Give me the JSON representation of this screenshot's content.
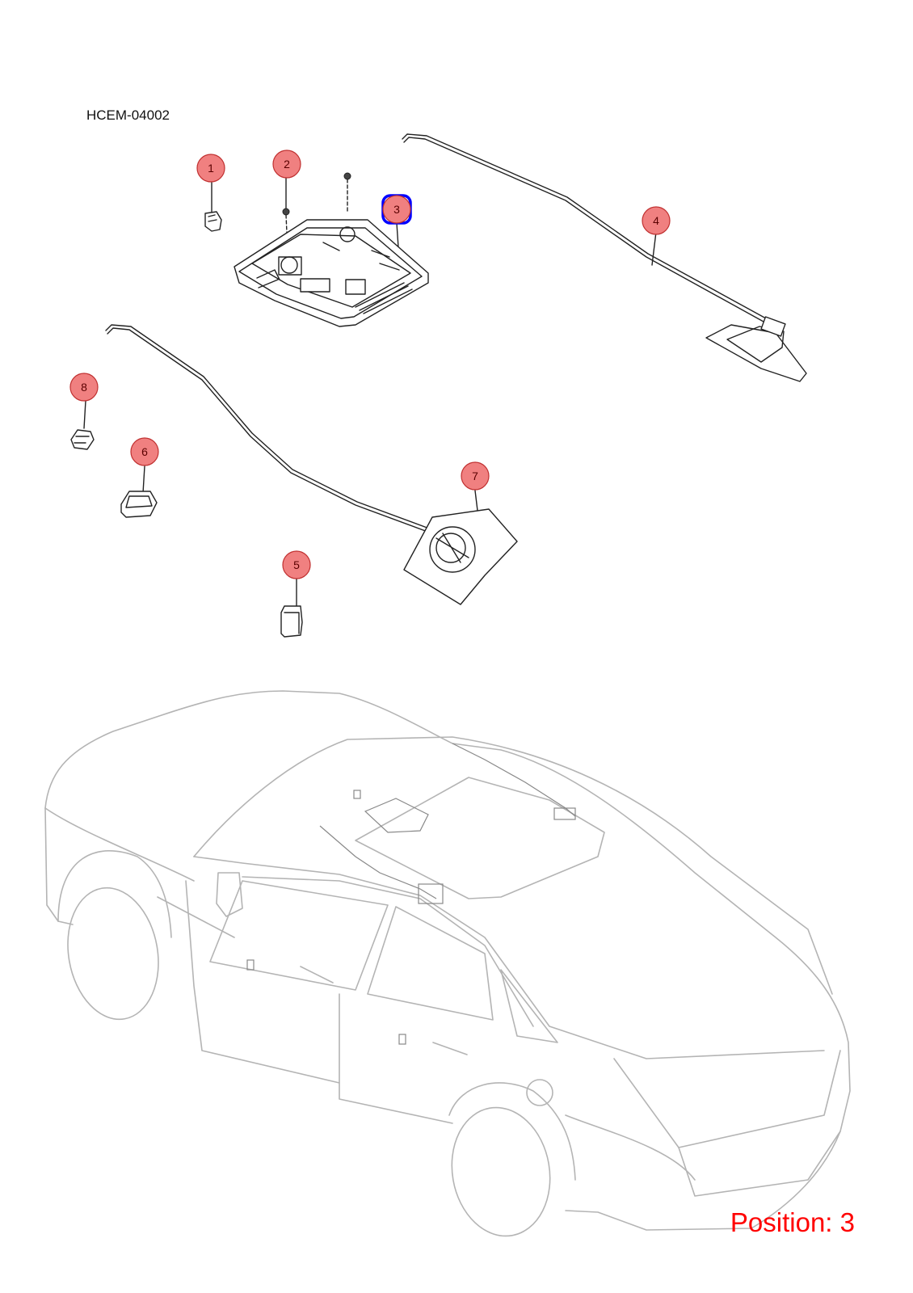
{
  "header": {
    "diagram_code": "HCEM-04002"
  },
  "footer": {
    "position_text": "Position: 3"
  },
  "colors": {
    "callout_fill": "#f08080",
    "callout_stroke": "#c03030",
    "callout_text": "#5a0000",
    "highlight": "#0000ff",
    "position_text": "#ff0000",
    "line_art": "#222222",
    "car_outline": "#b4b4b4"
  },
  "callouts": [
    {
      "number": "1",
      "highlighted": false
    },
    {
      "number": "2",
      "highlighted": false
    },
    {
      "number": "3",
      "highlighted": true
    },
    {
      "number": "4",
      "highlighted": false
    },
    {
      "number": "5",
      "highlighted": false
    },
    {
      "number": "6",
      "highlighted": false
    },
    {
      "number": "7",
      "highlighted": false
    },
    {
      "number": "8",
      "highlighted": false
    }
  ]
}
